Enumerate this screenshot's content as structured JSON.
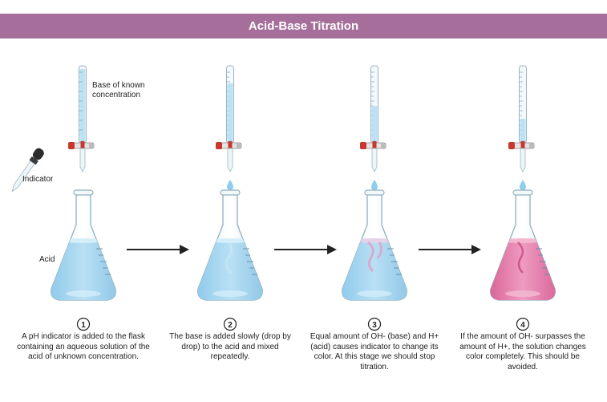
{
  "title": "Acid-Base Titration",
  "labels": {
    "base": "Base of known concentration",
    "indicator": "Indicator",
    "acid": "Acid"
  },
  "steps": [
    {
      "number": "1",
      "caption": "A pH indicator is added to the flask containing an aqueous solution of the acid of unknown concentration."
    },
    {
      "number": "2",
      "caption": "The base is added slowly (drop by drop) to the acid and mixed repeatedly."
    },
    {
      "number": "3",
      "caption": "Equal amount of OH- (base) and H+ (acid) causes indicator to change its color. At this stage we should stop titration."
    },
    {
      "number": "4",
      "caption": "If the amount of OH- surpasses the amount of H+, the solution changes color completely. This should be avoided."
    }
  ],
  "colors": {
    "header": "#a66e9a",
    "acid_solution": "#a9d6ef",
    "pink_solution": "#e27aa6",
    "stopcock": "#c8372d",
    "arrow": "#222222"
  }
}
